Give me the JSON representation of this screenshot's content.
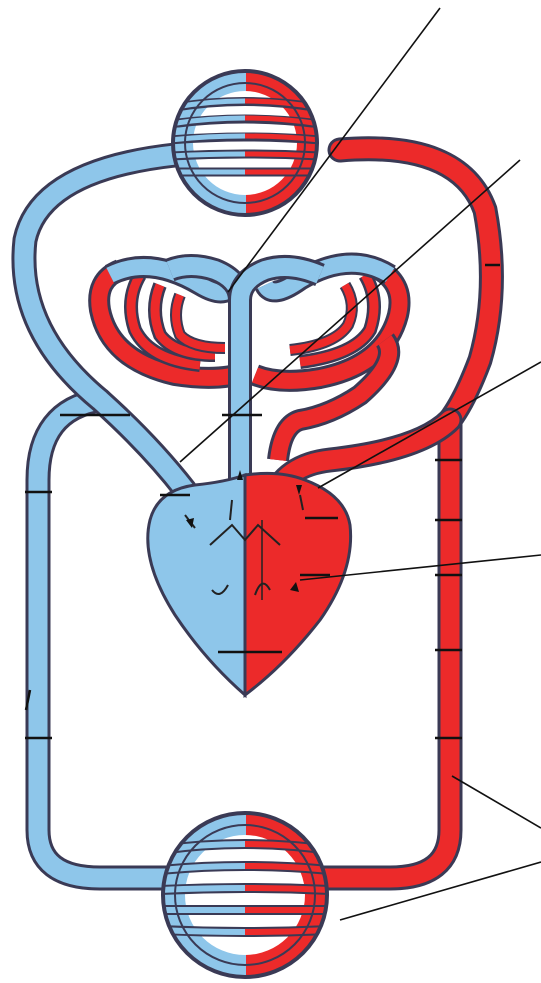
{
  "diagram": {
    "colors": {
      "deoxygenated": "#8ec6ea",
      "oxygenated": "#ec2a2a",
      "outline": "#3a3a55",
      "leader": "#111111",
      "background": "#ffffff"
    },
    "structures": [
      "pulmonary-capillary-bed",
      "systemic-capillary-bed",
      "lung-capillaries-left",
      "lung-capillaries-right",
      "heart-right-side",
      "heart-left-side",
      "vena-cava",
      "aorta",
      "pulmonary-trunk"
    ],
    "labels": [
      {
        "id": "pulmonary-artery",
        "text": ""
      },
      {
        "id": "right-atrium",
        "text": ""
      },
      {
        "id": "left-atrium",
        "text": ""
      },
      {
        "id": "left-ventricle",
        "text": ""
      },
      {
        "id": "artery",
        "text": ""
      },
      {
        "id": "capillaries",
        "text": ""
      }
    ]
  }
}
